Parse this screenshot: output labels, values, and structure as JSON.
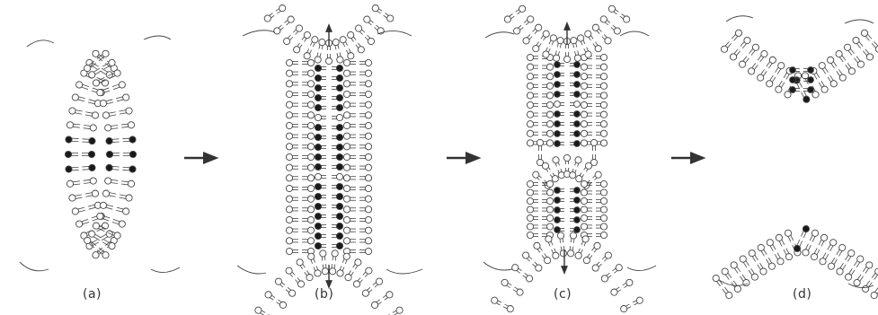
{
  "panels": [
    {
      "id": "a",
      "label": "(a)"
    },
    {
      "id": "b",
      "label": "(b)"
    },
    {
      "id": "c",
      "label": "(c)"
    },
    {
      "id": "d",
      "label": "(d)"
    }
  ],
  "colors": {
    "background": "#ffffff",
    "stroke": "#444444",
    "dark_lipid": "#1a1a1a",
    "light_lipid": "#ffffff"
  },
  "icons": [
    "lipid-head-icon",
    "step-arrow-icon",
    "tension-arrow-icon"
  ]
}
